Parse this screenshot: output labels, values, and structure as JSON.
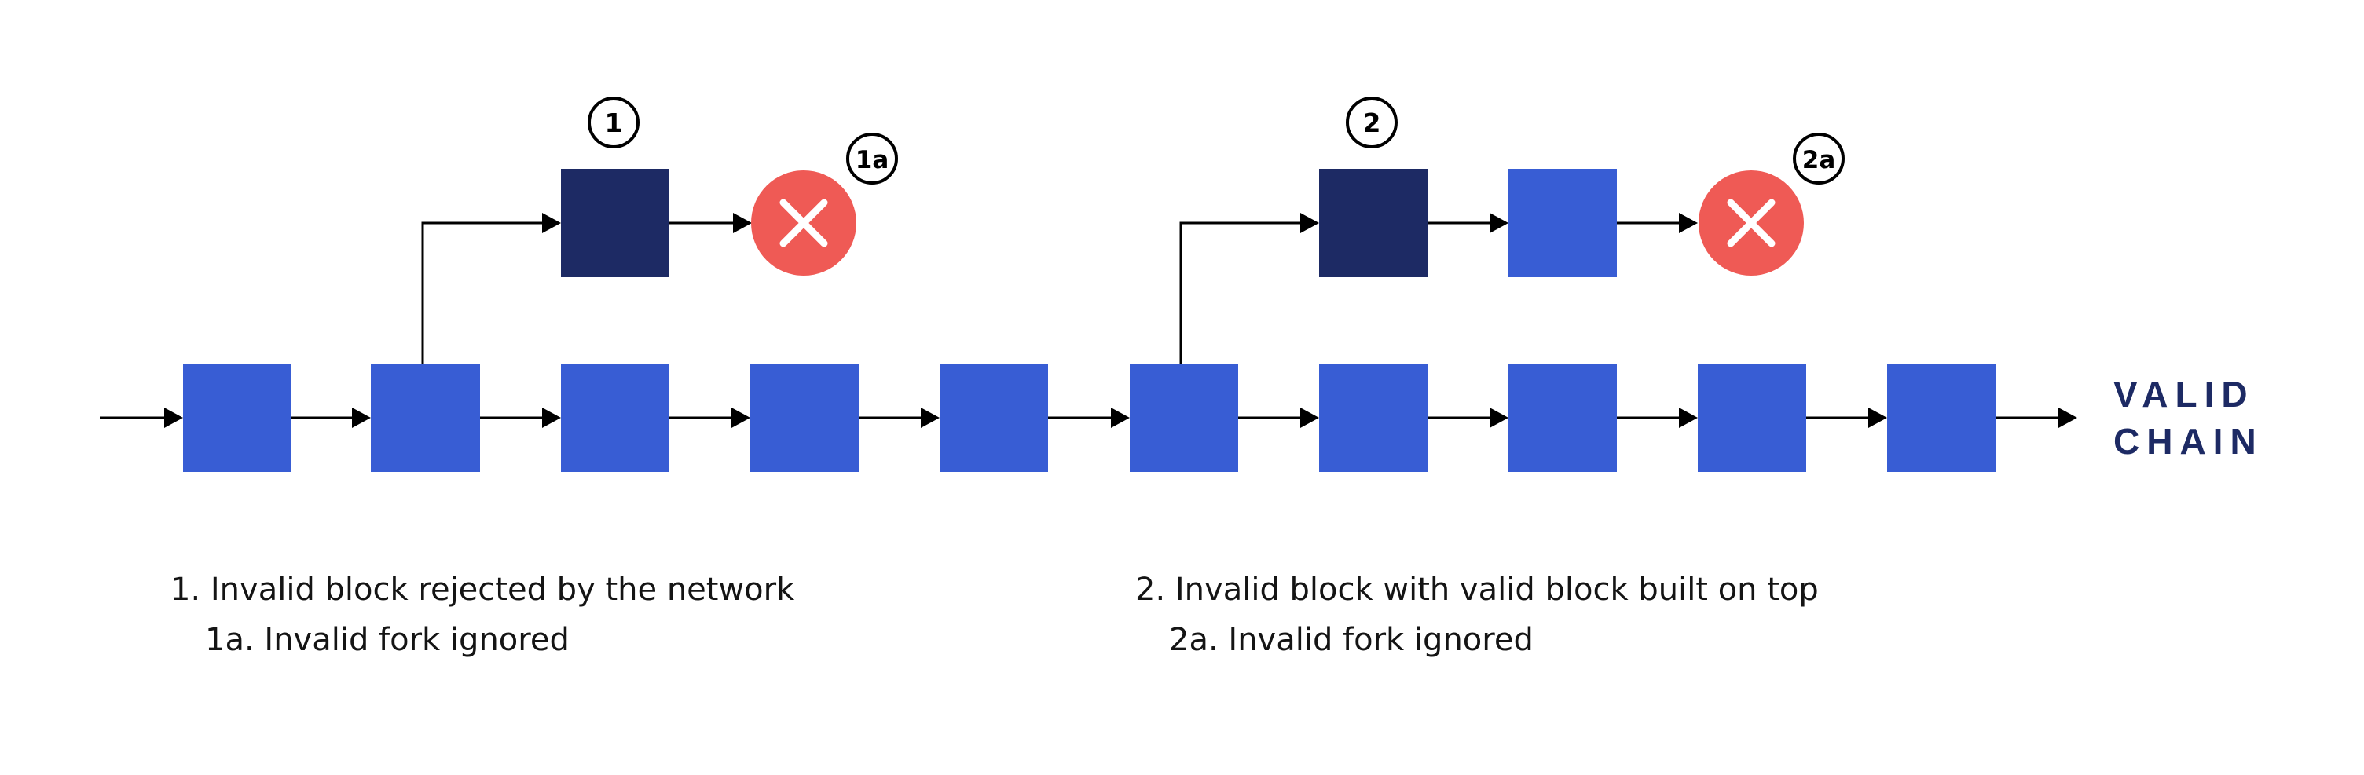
{
  "diagram": {
    "chain_label": [
      "VALID",
      "CHAIN"
    ],
    "badges": [
      "1",
      "1a",
      "2",
      "2a"
    ],
    "legend": [
      "1. Invalid block rejected by the network",
      "1a. Invalid fork ignored",
      "2. Invalid block with valid block built on top",
      "2a. Invalid fork ignored"
    ],
    "main_chain_block_count": 10,
    "colors": {
      "valid_block": "#385dd4",
      "invalid_block": "#1d2a64",
      "rejected": "#ef5a55",
      "text_dark": "#1d2a64",
      "arrow": "#000000"
    },
    "icons": [
      "x-mark-icon",
      "arrow-right-icon"
    ]
  }
}
